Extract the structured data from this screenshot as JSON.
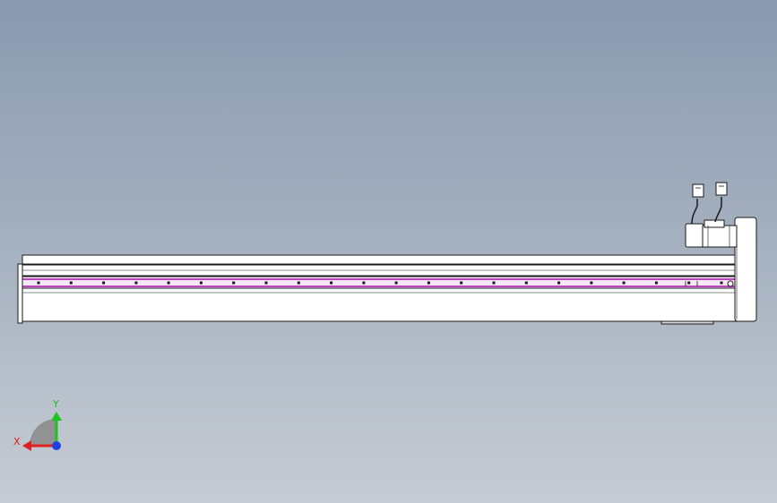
{
  "viewport": {
    "background_top": "#8a9aaf",
    "background_bottom": "#c6ccd4"
  },
  "model": {
    "type": "linear actuator with servo motor",
    "outline_color": "#1a1a1a",
    "body_color": "#ffffff",
    "slot_color": "#c040c0",
    "belt_markers": 22
  },
  "triad": {
    "x_label": "X",
    "y_label": "Y",
    "x_color": "#e02020",
    "y_color": "#20c020",
    "z_color": "#2040e0",
    "plane_color": "#8c8c8c"
  }
}
